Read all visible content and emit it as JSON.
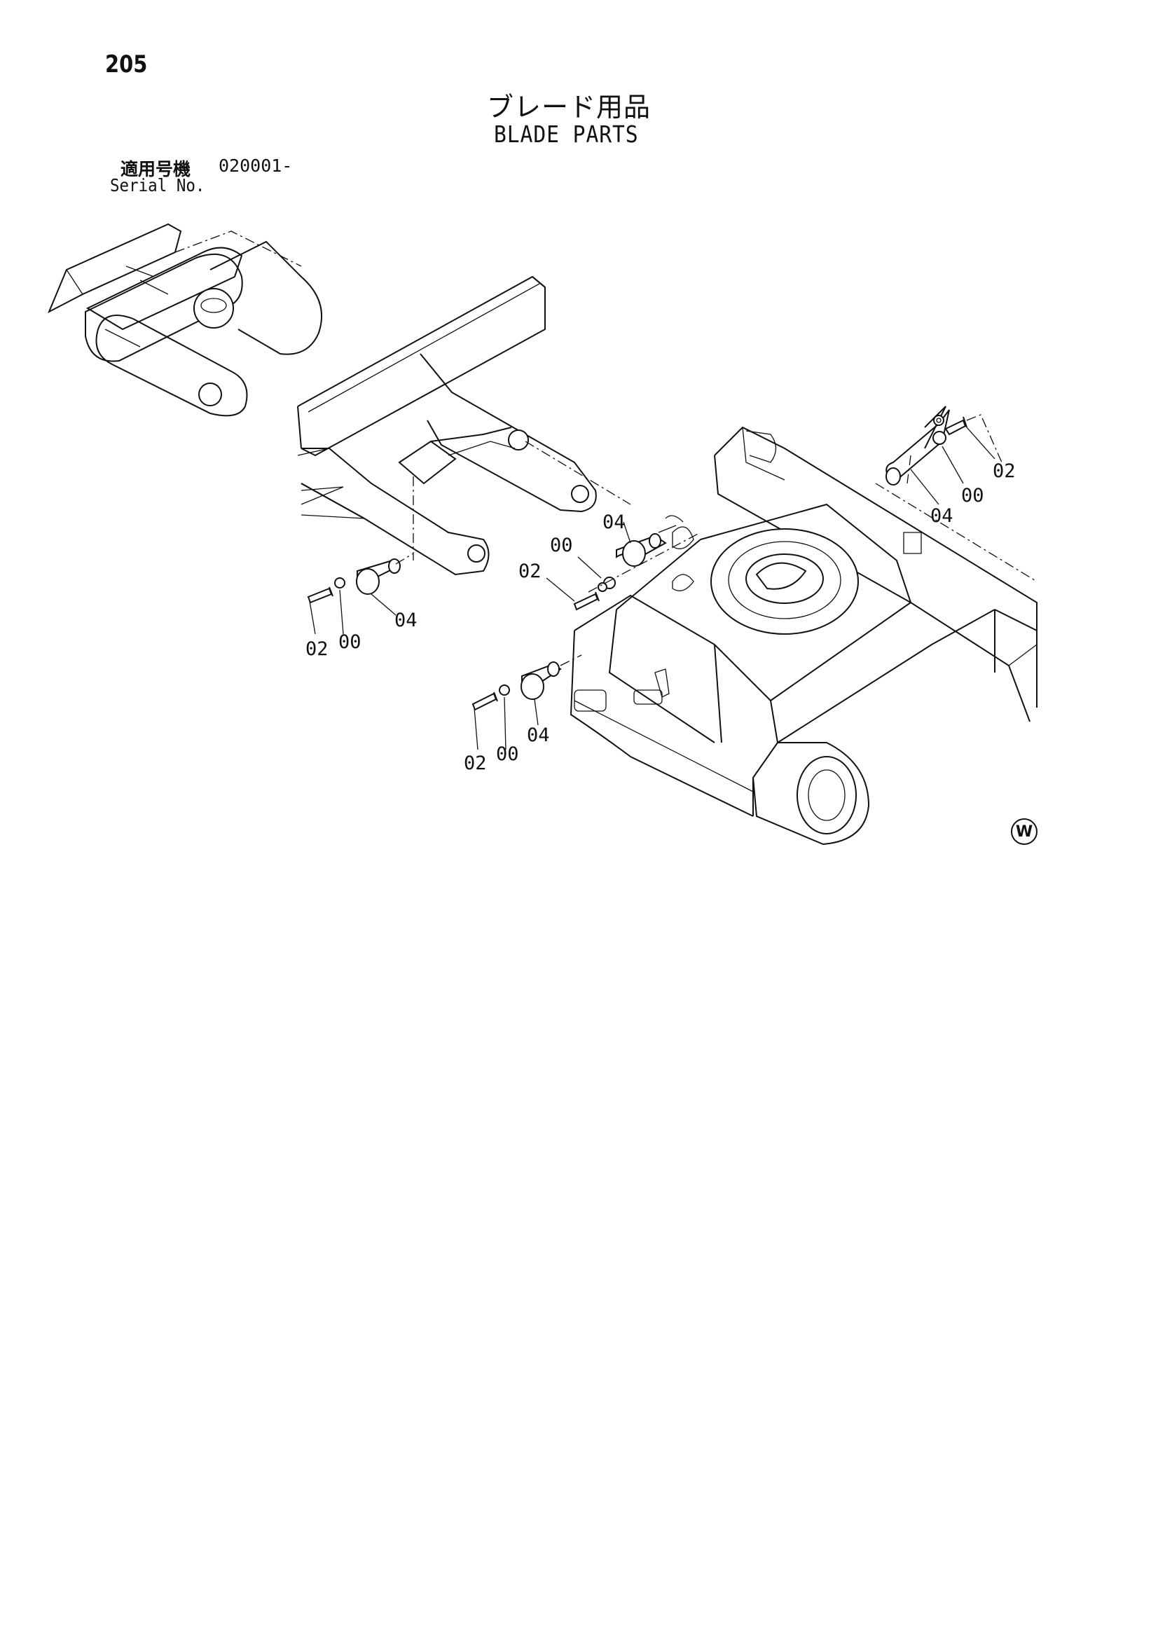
{
  "page": {
    "number": "205"
  },
  "title": {
    "japanese": "ブレード用品",
    "english": "BLADE PARTS"
  },
  "serial": {
    "label_jp": "適用号機",
    "value": "020001-",
    "label_en": "Serial No."
  },
  "callouts": {
    "right_02": "02",
    "right_00": "00",
    "right_04": "04",
    "center_04": "04",
    "center_00": "00",
    "center_02": "02",
    "left_04": "04",
    "left_02": "02",
    "left_00": "00",
    "bottom_02": "02",
    "bottom_00": "00",
    "bottom_04": "04"
  },
  "mark": "W"
}
